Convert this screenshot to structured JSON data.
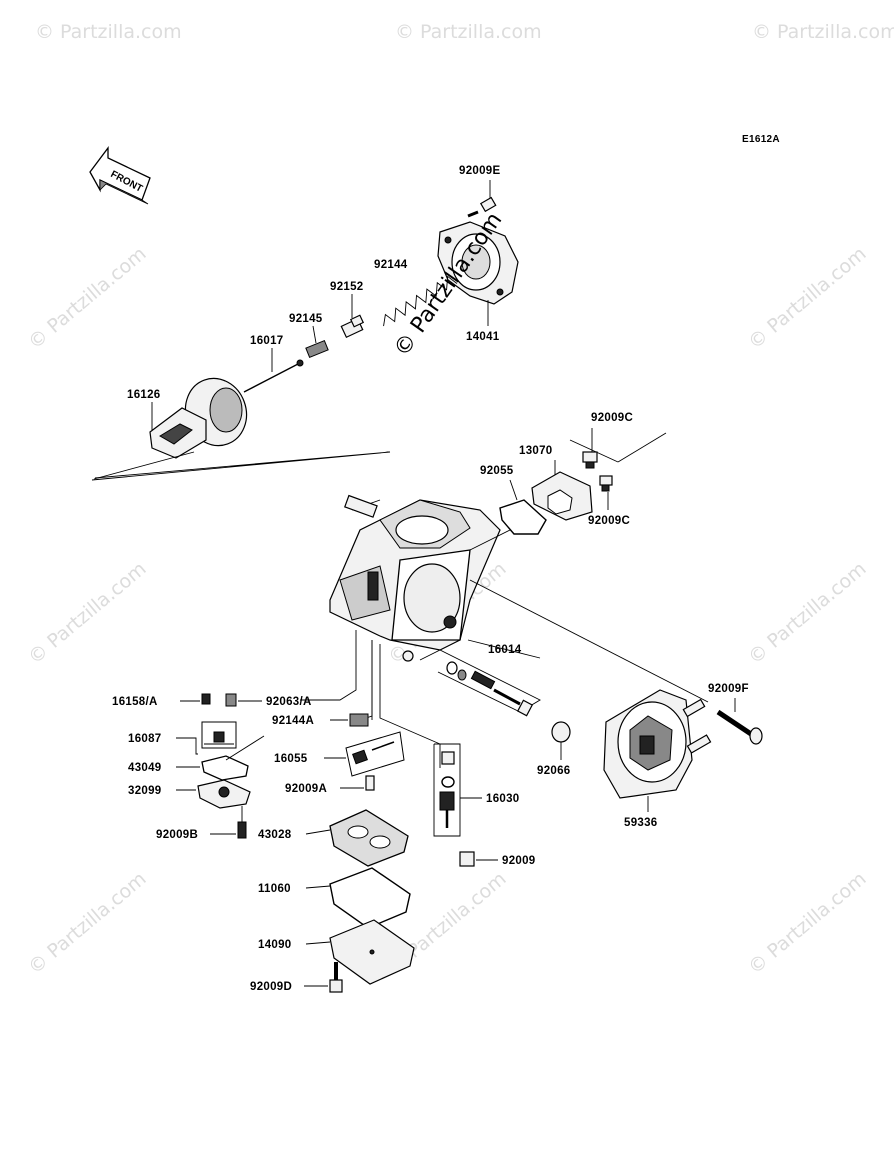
{
  "diagram_code": "E1612A",
  "front_label": "FRONT",
  "watermark_corner": "© Partzilla.com",
  "watermark_center": "© Partzilla.com",
  "parts": {
    "p92009E": "92009E",
    "p92144": "92144",
    "p92152": "92152",
    "p92145": "92145",
    "p16017": "16017",
    "p16126": "16126",
    "p14041": "14041",
    "p92009C_a": "92009C",
    "p13070": "13070",
    "p92055": "92055",
    "p92009C_b": "92009C",
    "p16014": "16014",
    "p92009F": "92009F",
    "p92066": "92066",
    "p59336": "59336",
    "p16158A": "16158/A",
    "p92063A": "92063/A",
    "p92144A": "92144A",
    "p16087": "16087",
    "p16055": "16055",
    "p43049": "43049",
    "p92009A": "92009A",
    "p32099": "32099",
    "p16030": "16030",
    "p92009B": "92009B",
    "p43028": "43028",
    "p92009": "92009",
    "p11060": "11060",
    "p14090": "14090",
    "p92009D": "92009D"
  }
}
